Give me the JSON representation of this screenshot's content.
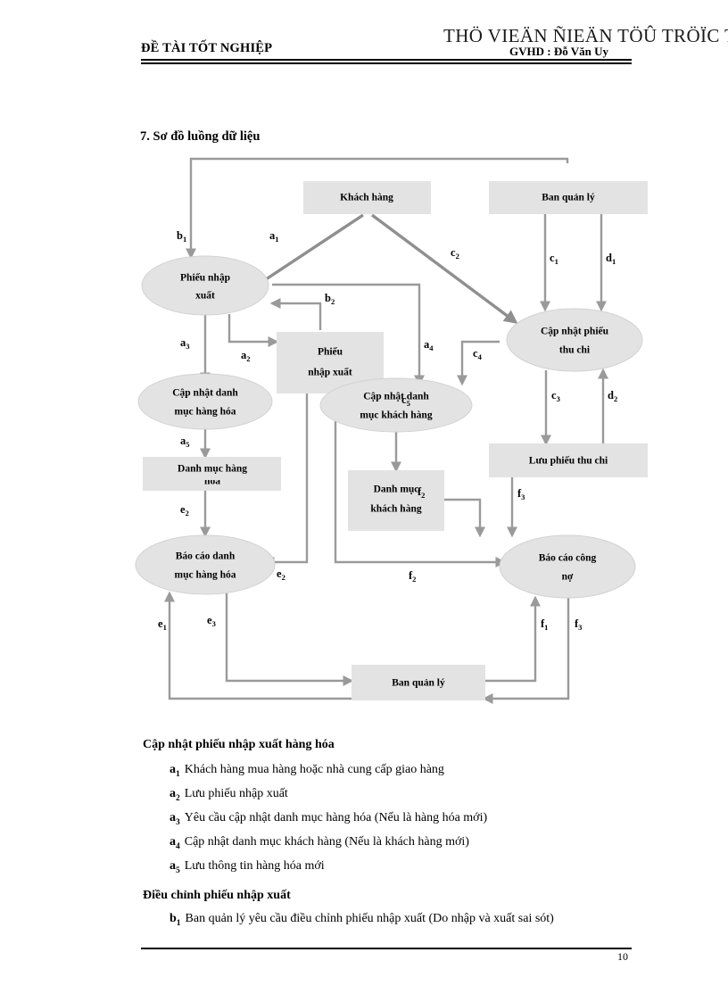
{
  "header": {
    "left_title": "ĐỀ TÀI TỐT NGHIỆP",
    "watermark": "THÖ VIEÄN ÑIEÄN TÖÛ TRÖÏC TUYEÁN",
    "supervisor": "GVHD : Đỗ Văn Uy"
  },
  "section": {
    "title": "7. Sơ đồ luồng dữ liệu"
  },
  "diagram": {
    "nodes": {
      "khach_hang": "Khách hàng",
      "ban_quan_ly_top": "Ban quản lý",
      "phieu_nhap_xuat_process_l1": "Phiếu nhập",
      "phieu_nhap_xuat_process_l2": "xuất",
      "phieu_nhap_xuat_store_l1": "Phiếu",
      "phieu_nhap_xuat_store_l2": "nhập xuất",
      "cap_nhat_phieu_thu_chi_l1": "Cập nhật phiếu",
      "cap_nhat_phieu_thu_chi_l2": "thu chi",
      "cap_nhat_danh_muc_hang_hoa_l1": "Cập nhật danh",
      "cap_nhat_danh_muc_hang_hoa_l2": "mục hàng hóa",
      "cap_nhat_danh_muc_khach_hang_l1": "Cập nhật danh",
      "cap_nhat_danh_muc_khach_hang_l2": "mục khách hàng",
      "danh_muc_hang_hoa_l1": "Danh mục hàng",
      "danh_muc_hang_hoa_l2": "hóa",
      "danh_muc_khach_hang_l1": "Danh mục",
      "danh_muc_khach_hang_l2": "khách hàng",
      "luu_phieu_thu_chi": "Lưu phiếu thu chi",
      "bao_cao_danh_muc_hang_hoa_l1": "Báo cáo danh",
      "bao_cao_danh_muc_hang_hoa_l2": "mục hàng hóa",
      "bao_cao_cong_no_l1": "Báo cáo công",
      "bao_cao_cong_no_l2": "nợ",
      "ban_quan_ly_bottom": "Ban quản lý"
    },
    "flow_labels": [
      {
        "base": "a",
        "sub": "1"
      },
      {
        "base": "a",
        "sub": "2"
      },
      {
        "base": "a",
        "sub": "3"
      },
      {
        "base": "a",
        "sub": "4"
      },
      {
        "base": "a",
        "sub": "5"
      },
      {
        "base": "b",
        "sub": "1"
      },
      {
        "base": "b",
        "sub": "2"
      },
      {
        "base": "c",
        "sub": "1"
      },
      {
        "base": "c",
        "sub": "2"
      },
      {
        "base": "c",
        "sub": "3"
      },
      {
        "base": "c",
        "sub": "4"
      },
      {
        "base": "c",
        "sub": "5"
      },
      {
        "base": "d",
        "sub": "1"
      },
      {
        "base": "d",
        "sub": "2"
      },
      {
        "base": "e",
        "sub": "1"
      },
      {
        "base": "e",
        "sub": "2"
      },
      {
        "base": "e",
        "sub": "3"
      },
      {
        "base": "f",
        "sub": "1"
      },
      {
        "base": "f",
        "sub": "2"
      },
      {
        "base": "f",
        "sub": "3"
      }
    ],
    "colors": {
      "node_fill": "#e3e3e3",
      "flow_stroke": "#9a9a9a",
      "text": "#000000"
    }
  },
  "content": {
    "section_a": {
      "heading": "Cập nhật phiếu nhập xuất hàng hóa",
      "items": [
        {
          "key": "a",
          "sub": "1",
          "text": "Khách hàng mua hàng hoặc nhà cung cấp giao hàng"
        },
        {
          "key": "a",
          "sub": "2",
          "text": "Lưu phiếu nhập xuất"
        },
        {
          "key": "a",
          "sub": "3",
          "text": "Yêu cầu cập nhật danh mục hàng hóa (Nếu là hàng hóa mới)"
        },
        {
          "key": "a",
          "sub": "4",
          "text": "Cập nhật danh mục khách hàng (Nếu là khách hàng mới)"
        },
        {
          "key": "a",
          "sub": "5",
          "text": "Lưu thông tin hàng hóa mới"
        }
      ]
    },
    "section_b": {
      "heading": "Điều chỉnh phiếu nhập xuất",
      "items": [
        {
          "key": "b",
          "sub": "1",
          "text": "Ban quản lý yêu cầu điều chỉnh phiếu nhập xuất (Do nhập và xuất sai sót)"
        }
      ]
    }
  },
  "footer": {
    "page_number": "10"
  }
}
